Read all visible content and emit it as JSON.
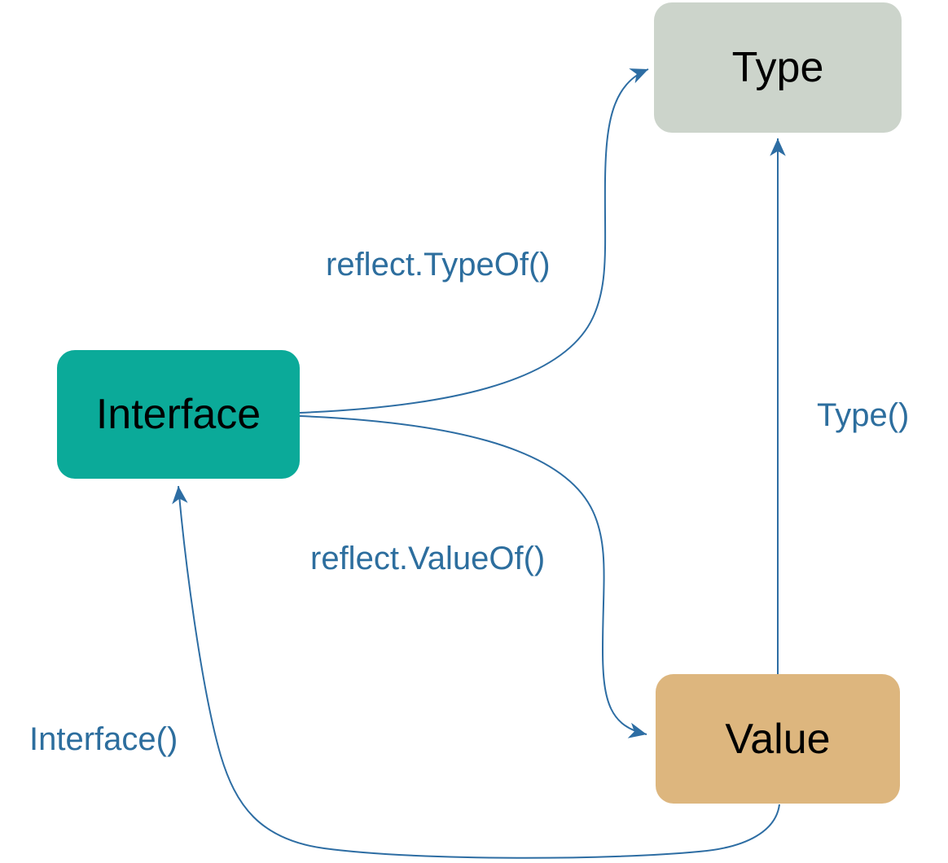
{
  "diagram": {
    "nodes": [
      {
        "id": "interface",
        "label": "Interface",
        "fill": "#0BAA99"
      },
      {
        "id": "type",
        "label": "Type",
        "fill": "#CCD4CB"
      },
      {
        "id": "value",
        "label": "Value",
        "fill": "#DDB67E"
      }
    ],
    "edges": [
      {
        "id": "reflect-typeof",
        "label": "reflect.TypeOf()",
        "from": "Interface",
        "to": "Type"
      },
      {
        "id": "reflect-valueof",
        "label": "reflect.ValueOf()",
        "from": "Interface",
        "to": "Value"
      },
      {
        "id": "type-method",
        "label": "Type()",
        "from": "Value",
        "to": "Type"
      },
      {
        "id": "interface-method",
        "label": "Interface()",
        "from": "Value",
        "to": "Interface"
      }
    ],
    "colors": {
      "edge": "#2D6DA3",
      "edge_label": "#2D6E9E",
      "node_text": "#000000",
      "background": "#FFFFFF"
    }
  }
}
